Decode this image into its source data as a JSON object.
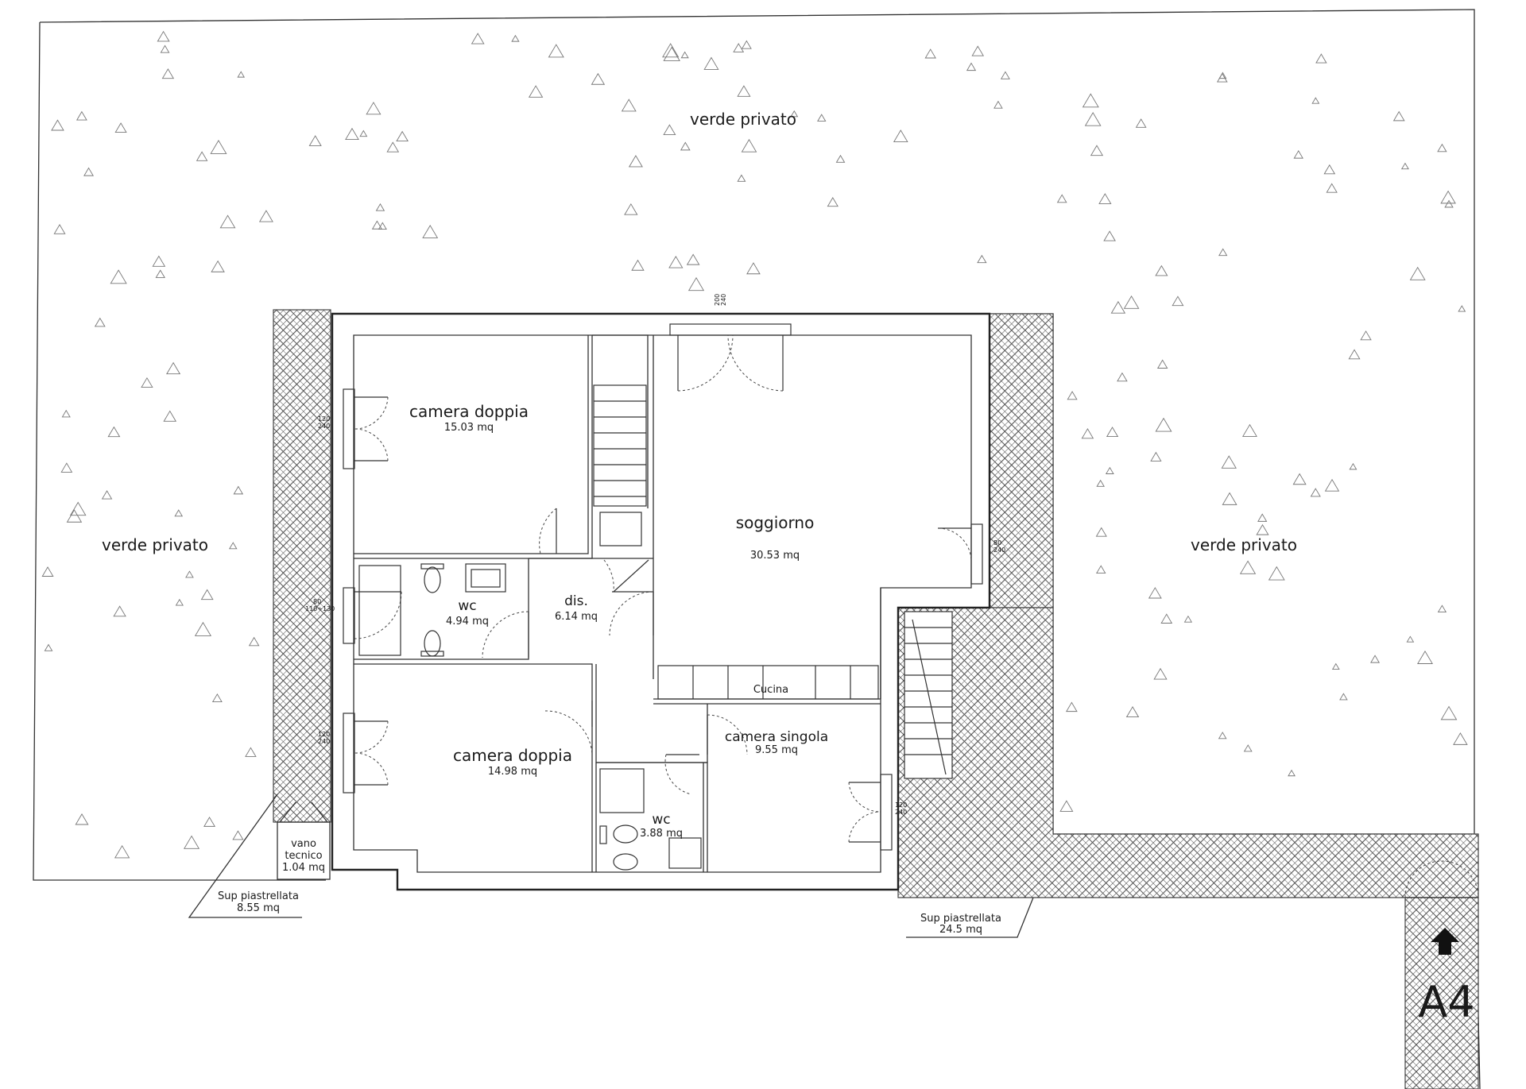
{
  "areas": {
    "verde_top": "verde privato",
    "verde_left": "verde privato",
    "verde_right": "verde privato"
  },
  "rooms": {
    "camera_doppia_1": {
      "name": "camera doppia",
      "area": "15.03 mq"
    },
    "camera_doppia_2": {
      "name": "camera doppia",
      "area": "14.98 mq"
    },
    "soggiorno": {
      "name": "soggiorno",
      "area": "30.53 mq"
    },
    "wc_1": {
      "name": "wc",
      "area": "4.94 mq"
    },
    "wc_2": {
      "name": "wc",
      "area": "3.88 mq"
    },
    "dis": {
      "name": "dis.",
      "area": "6.14 mq"
    },
    "cucina": {
      "name": "Cucina"
    },
    "camera_singola": {
      "name": "camera singola",
      "area": "9.55 mq"
    },
    "vano_tecnico": {
      "line1": "vano",
      "line2": "tecnico",
      "area": "1.04 mq"
    }
  },
  "paving": {
    "left": {
      "label": "Sup piastrellata",
      "area": "8.55 mq"
    },
    "right": {
      "label": "Sup piastrellata",
      "area": "24.5 mq"
    }
  },
  "openings": {
    "top_door": {
      "w": "200",
      "h": "240"
    },
    "window_cd1": {
      "w": "120",
      "h": "240"
    },
    "window_wc1": {
      "w": "80",
      "h": "110÷130"
    },
    "window_cd2": {
      "w": "120",
      "h": "240"
    },
    "window_soggiorno": {
      "w": "80",
      "h": "240"
    },
    "window_cs": {
      "w": "120",
      "h": "240"
    }
  },
  "unit_badge": "A4"
}
